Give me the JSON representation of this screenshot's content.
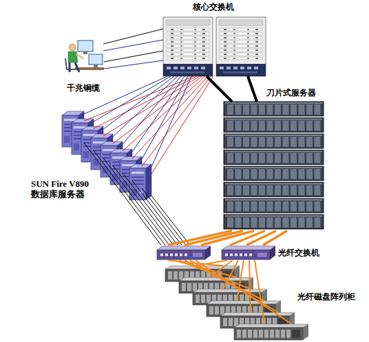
{
  "diagram": {
    "nodes": [
      {
        "text": [
          "核心交换机"
        ]
      },
      {
        "text": [
          "刀片式服务器"
        ]
      },
      {
        "text": [
          "SUN Fire V890 数据库服务器"
        ]
      },
      {
        "text": [
          "光纤交换机"
        ]
      },
      {
        "text": [
          "光纤磁盘阵列柜"
        ]
      }
    ],
    "edges": [
      {
        "from": 0,
        "to": 2,
        "arrow": "none"
      },
      {
        "from": 0,
        "to": 1,
        "arrow": "none"
      },
      {
        "from": 2,
        "to": 3,
        "arrow": "none"
      },
      {
        "from": 1,
        "to": 3,
        "arrow": "none"
      },
      {
        "from": 3,
        "to": 4,
        "arrow": "none"
      }
    ],
    "labels": [
      "千兆铜缆"
    ]
  }
}
